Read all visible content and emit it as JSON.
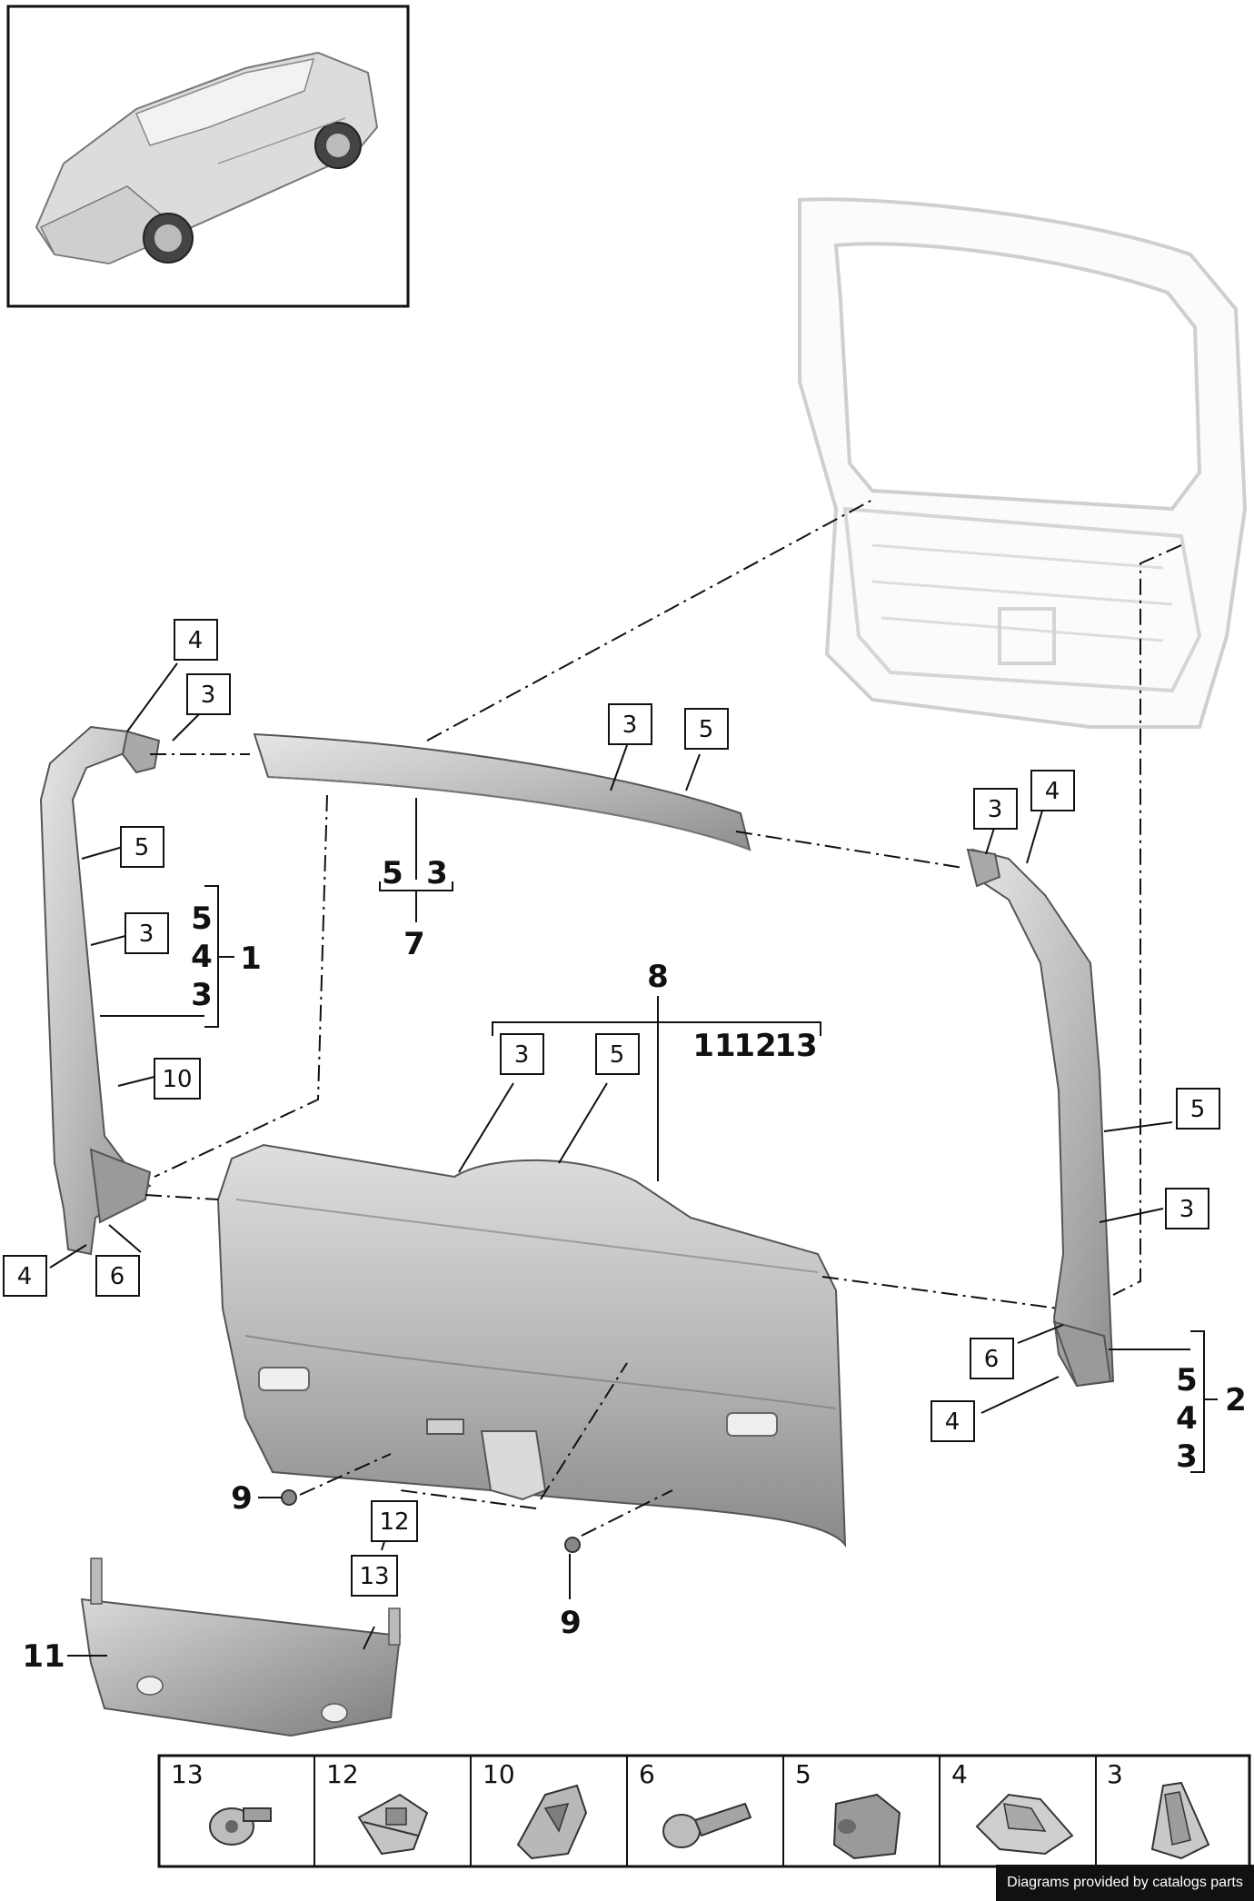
{
  "callouts": [
    {
      "id": "c4a",
      "label": "4"
    },
    {
      "id": "c3a",
      "label": "3"
    },
    {
      "id": "c5a",
      "label": "5"
    },
    {
      "id": "c3b",
      "label": "3"
    },
    {
      "id": "c10",
      "label": "10"
    },
    {
      "id": "c4b",
      "label": "4"
    },
    {
      "id": "c6a",
      "label": "6"
    },
    {
      "id": "c3c",
      "label": "3"
    },
    {
      "id": "c5b",
      "label": "5"
    },
    {
      "id": "c3d",
      "label": "3"
    },
    {
      "id": "c4c",
      "label": "4"
    },
    {
      "id": "c5c",
      "label": "5"
    },
    {
      "id": "c3e",
      "label": "3"
    },
    {
      "id": "c6b",
      "label": "6"
    },
    {
      "id": "c4d",
      "label": "4"
    },
    {
      "id": "c3f",
      "label": "3"
    },
    {
      "id": "c5d",
      "label": "5"
    },
    {
      "id": "c12",
      "label": "12"
    },
    {
      "id": "c13",
      "label": "13"
    }
  ],
  "groups": {
    "g1": {
      "parent": "1",
      "members": [
        "5",
        "4",
        "3"
      ]
    },
    "g2": {
      "parent": "2",
      "members": [
        "5",
        "4",
        "3"
      ]
    },
    "g7": {
      "parent": "7",
      "members": [
        "5",
        "3"
      ]
    },
    "g8": {
      "parent": "8",
      "members": [
        "11",
        "12",
        "13"
      ]
    }
  },
  "part_labels": {
    "screw_left": "9",
    "screw_right": "9",
    "plate": "11"
  },
  "legend": [
    {
      "label": "13",
      "icon": "screw-icon"
    },
    {
      "label": "12",
      "icon": "clip-nut-icon"
    },
    {
      "label": "10",
      "icon": "bracket-icon"
    },
    {
      "label": "6",
      "icon": "bolt-icon"
    },
    {
      "label": "5",
      "icon": "rubber-buffer-icon"
    },
    {
      "label": "4",
      "icon": "spring-clip-icon"
    },
    {
      "label": "3",
      "icon": "retaining-clip-icon"
    }
  ],
  "credit": "Diagrams provided by catalogs parts"
}
